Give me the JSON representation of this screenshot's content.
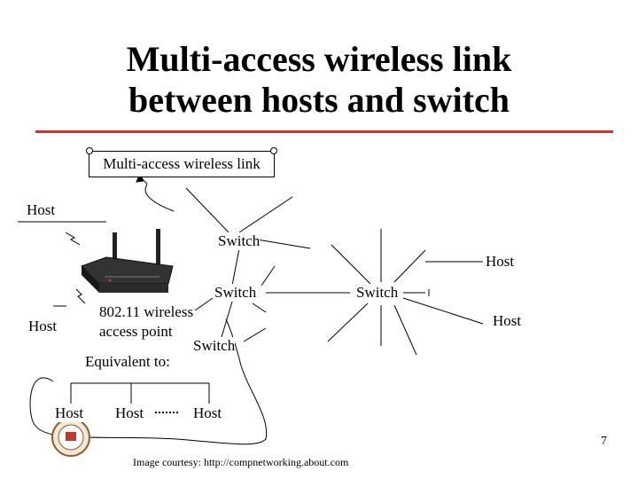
{
  "slide": {
    "title_line1": "Multi-access wireless link",
    "title_line2": "between hosts and switch",
    "page_number": "7",
    "credit": "Image courtesy: http://compnetworking.about.com",
    "accent_color": "#cc3333"
  },
  "diagram": {
    "callout": "Multi-access wireless link",
    "hosts": {
      "top_left": "Host",
      "mid_left": "Host",
      "right_upper": "Host",
      "right_lower": "Host",
      "bus_1": "Host",
      "bus_2": "Host",
      "bus_3": "Host"
    },
    "switches": {
      "top": "Switch",
      "center": "Switch",
      "right": "Switch",
      "lower": "Switch"
    },
    "access_point_line1": "802.11 wireless",
    "access_point_line2": "access point",
    "equivalent": "Equivalent to:",
    "icons": [
      "lightning-bolt-icon",
      "wireless-router-icon",
      "university-seal-icon"
    ]
  }
}
